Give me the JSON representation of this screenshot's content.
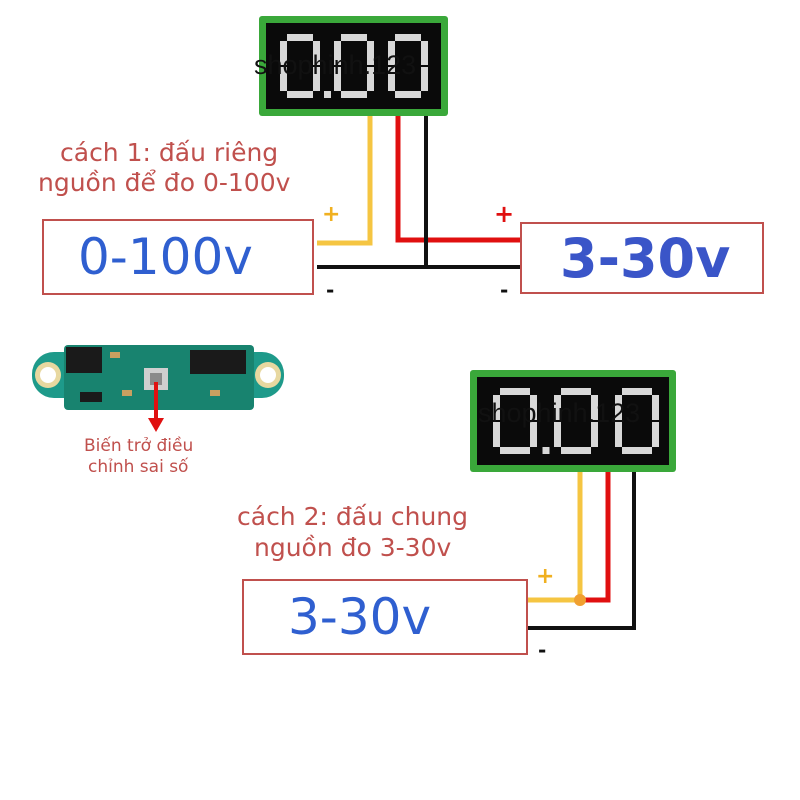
{
  "method1": {
    "title_line1": "cách 1: đấu riêng",
    "title_line2": "nguồn để đo 0-100v",
    "input_box": "0-100v",
    "power_box": "3-30v",
    "plus_sign_1": "+",
    "plus_sign_2": "+",
    "minus_sign_1": "-",
    "minus_sign_2": "-",
    "display_value": "0.00"
  },
  "method2": {
    "title_line1": "cách 2: đấu chung",
    "title_line2": "nguồn đo 3-30v",
    "input_box": "3-30v",
    "plus_sign": "+",
    "minus_sign": "-",
    "display_value": "0.00"
  },
  "pcb_caption": {
    "line1": "Biến trở điều",
    "line2": "chỉnh sai số"
  },
  "watermarks": {
    "top": "shophinh.123",
    "bottom": "shophinh.123"
  },
  "colors": {
    "label_red": "#c0504d",
    "value_blue": "#2f5fd0",
    "wire_yellow": "#f5c542",
    "wire_red": "#e01010",
    "wire_black": "#111111",
    "display_green": "#3aa83a",
    "pcb_green": "#1e9a8a"
  },
  "icons": {
    "display": "seven-segment-voltmeter",
    "pcb": "voltmeter-circuit-board",
    "arrow": "red-down-arrow"
  }
}
